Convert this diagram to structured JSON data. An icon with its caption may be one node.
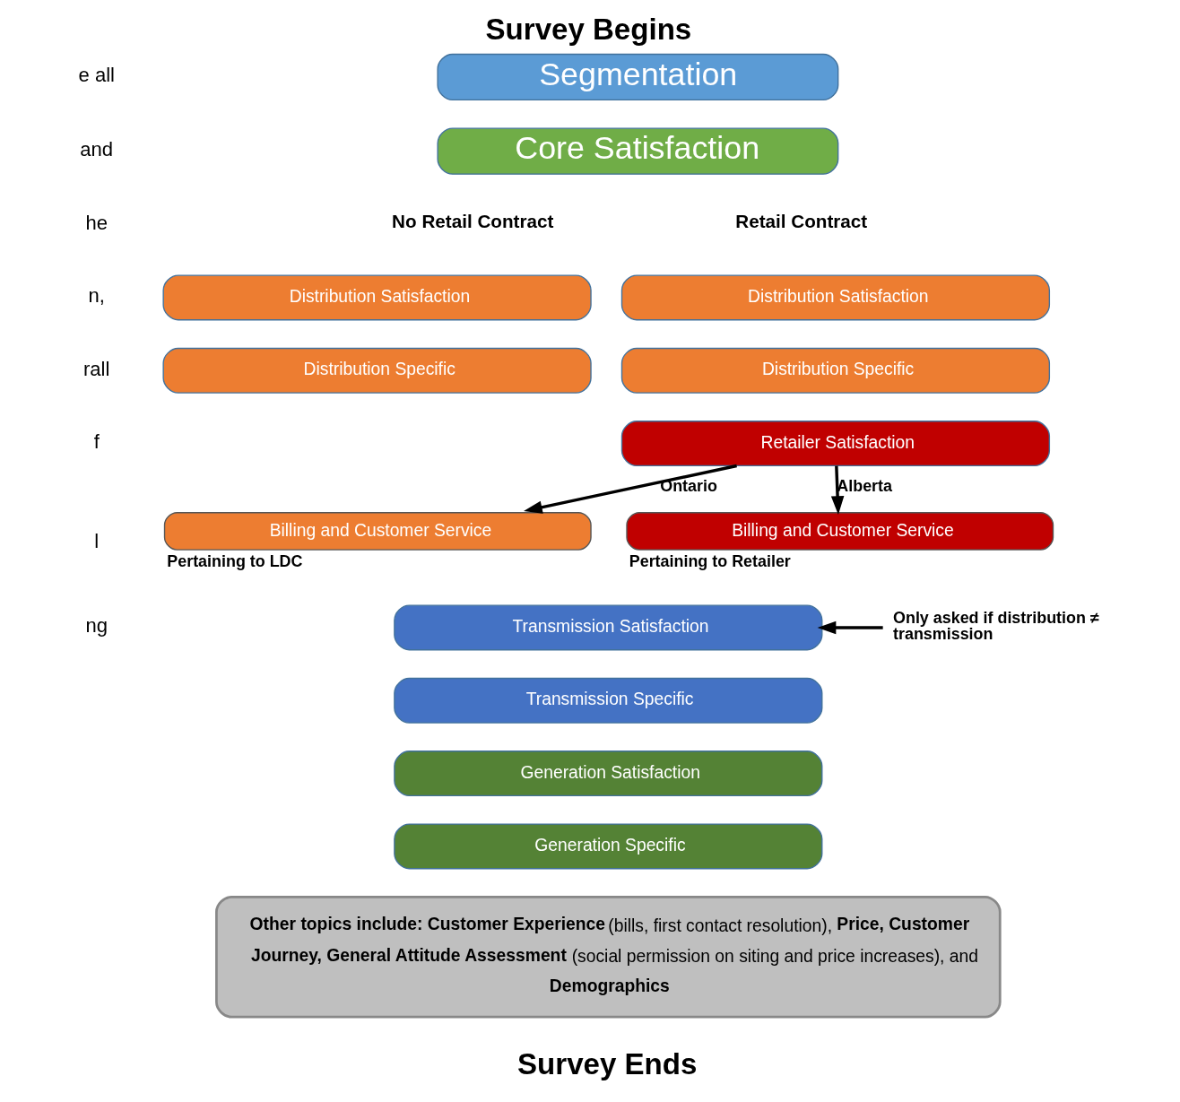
{
  "diagram": {
    "title": "Survey Begins",
    "caption": "Survey Ends",
    "nodes": [
      {
        "text": [
          "Segmentation"
        ]
      },
      {
        "text": [
          "Core Satisfaction"
        ]
      },
      {
        "text": [
          "Distribution Satisfaction"
        ]
      },
      {
        "text": [
          "Distribution Specific"
        ]
      },
      {
        "text": [
          "Distribution Satisfaction"
        ]
      },
      {
        "text": [
          "Distribution Specific"
        ]
      },
      {
        "text": [
          "Retailer Satisfaction"
        ]
      },
      {
        "text": [
          "Billing and Customer Service"
        ],
        "beside": [
          "Pertaining to LDC"
        ]
      },
      {
        "text": [
          "Billing and Customer Service"
        ],
        "beside": [
          "Pertaining to Retailer"
        ]
      },
      {
        "text": [
          "Transmission Satisfaction"
        ]
      },
      {
        "text": [
          "Transmission Specific"
        ]
      },
      {
        "text": [
          "Generation Satisfaction"
        ]
      },
      {
        "text": [
          "Generation Specific"
        ]
      },
      {
        "text": [
          "**Other topics include: Customer Experience** (bills, first contact resolution), **Price, Customer Journey, General Attitude Assessment** (social permission on siting and price increases), and **Demographics**"
        ]
      },
      {
        "text": [
          "Only asked if distribution ≠ transmission"
        ]
      }
    ],
    "edges": [
      {
        "from": 6,
        "to": 7,
        "arrow": "to",
        "label": "Ontario"
      },
      {
        "from": 6,
        "to": 8,
        "arrow": "to",
        "label": "Alberta"
      },
      {
        "from": 14,
        "to": 9,
        "arrow": "to"
      }
    ],
    "labels": [
      "e all",
      "and",
      "he",
      "n,",
      "rall",
      "f",
      "l",
      "ng",
      "No Retail Contract",
      "Retail Contract"
    ]
  }
}
